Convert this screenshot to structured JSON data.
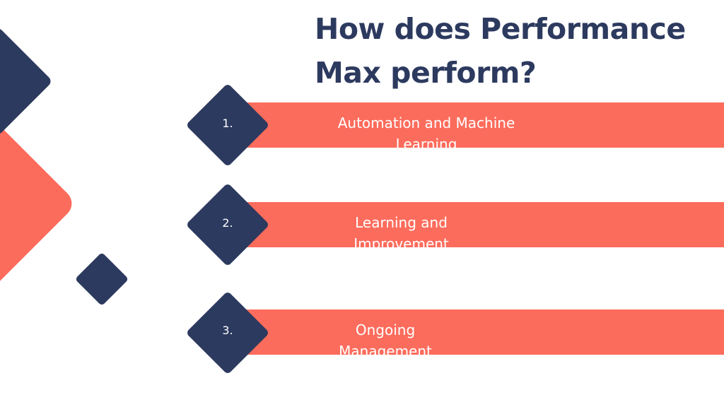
{
  "slide": {
    "title": "How does Performance Max perform?",
    "items": [
      {
        "number": "1.",
        "label": "Automation and Machine Learning"
      },
      {
        "number": "2.",
        "label": "Learning and Improvement"
      },
      {
        "number": "3.",
        "label": "Ongoing Management"
      }
    ]
  },
  "colors": {
    "navy": "#2d3a5f",
    "coral": "#fc6c5c",
    "background": "#ffffff",
    "text_on_accent": "#ffffff"
  }
}
